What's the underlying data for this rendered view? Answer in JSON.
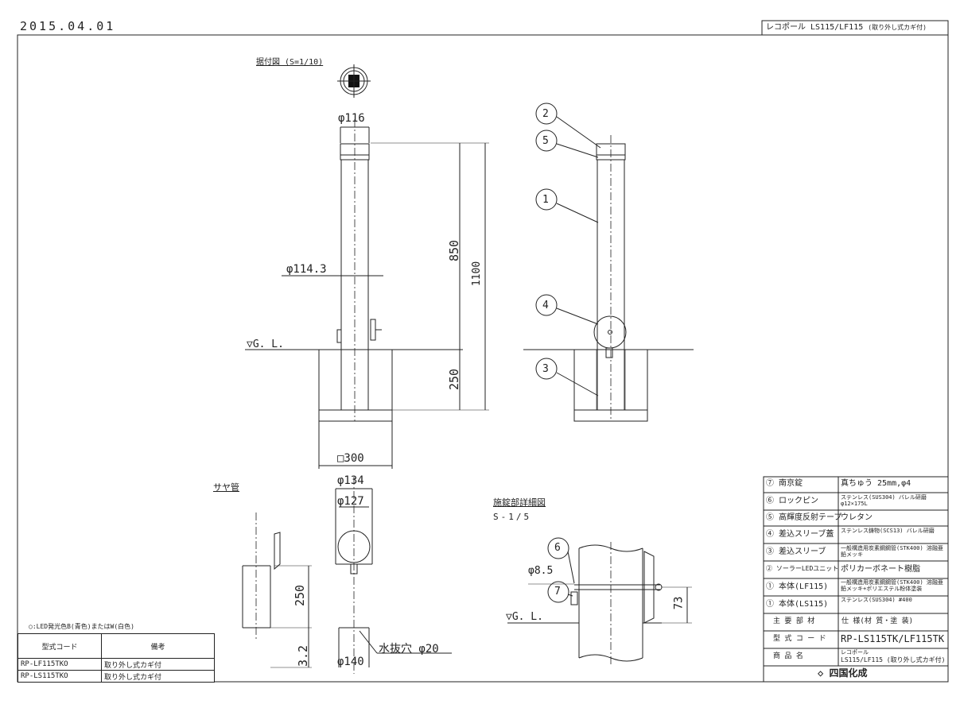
{
  "header": {
    "date": "2015.04.01",
    "title_main": "レコポール LS115/LF115",
    "title_sub": "(取り外し式カギ付)"
  },
  "main_drawing": {
    "install_label": "据付図 (S=1/10)",
    "dim_top_dia": "φ116",
    "dim_body_dia": "φ114.3",
    "dim_850": "850",
    "dim_1100": "1100",
    "dim_250": "250",
    "gl": "▽G. L.",
    "dim_base": "□300"
  },
  "side_drawing": {
    "callouts": [
      "2",
      "5",
      "1",
      "4",
      "3"
    ]
  },
  "sleeve_drawing": {
    "title": "サヤ管",
    "dim_134": "φ134",
    "dim_127": "φ127",
    "dim_250": "250",
    "dim_32": "3.2",
    "dim_140": "φ140",
    "drain": "水抜穴 φ20"
  },
  "detail_drawing": {
    "title": "施錠部詳細図",
    "scale": "S-1/5",
    "callout_6": "6",
    "callout_7": "7",
    "dim_85": "φ8.5",
    "gl": "▽G. L.",
    "dim_73": "73"
  },
  "model_table": {
    "note": "○:LED発光色B(青色)またはW(白色)",
    "headers": [
      "型式コード",
      "備考"
    ],
    "rows": [
      [
        "RP-LF115TKO",
        "取り外し式カギ付"
      ],
      [
        "RP-LS115TKO",
        "取り外し式カギ付"
      ]
    ]
  },
  "parts_table": {
    "rows": [
      {
        "no": "⑦",
        "part": "南京錠",
        "spec": "真ちゅう 25mm,φ4"
      },
      {
        "no": "⑥",
        "part": "ロックピン",
        "spec": "ステンレス(SUS304) バレル研磨 φ12×175L"
      },
      {
        "no": "⑤",
        "part": "高輝度反射テープ",
        "spec": "ウレタン"
      },
      {
        "no": "④",
        "part": "差込スリーブ蓋",
        "spec": "ステンレス鋳物(SCS13) バレル研磨"
      },
      {
        "no": "③",
        "part": "差込スリーブ",
        "spec": "一般構造用炭素鋼鋼管(STK400) 溶融亜鉛メッキ"
      },
      {
        "no": "②",
        "part": "ソーラーLEDユニット",
        "spec": "ポリカーボネート樹脂"
      },
      {
        "no": "①",
        "part": "本体(LF115)",
        "spec": "一般構造用炭素鋼鋼管(STK400) 溶融亜鉛メッキ+ポリエステル粉体塗装"
      },
      {
        "no": "①",
        "part": "本体(LS115)",
        "spec": "ステンレス(SUS304) #400"
      }
    ],
    "header_row": {
      "part": "主 要 部 材",
      "spec": "仕 様(材 質・塗 装)"
    },
    "model_code_label": "型 式 コ ー ド",
    "model_code": "RP-LS115TK/LF115TK",
    "product_label": "商 品 名",
    "product_name_1": "レコポール",
    "product_name_2": "LS115/LF115 (取り外し式カギ付)",
    "company": "四国化成"
  }
}
